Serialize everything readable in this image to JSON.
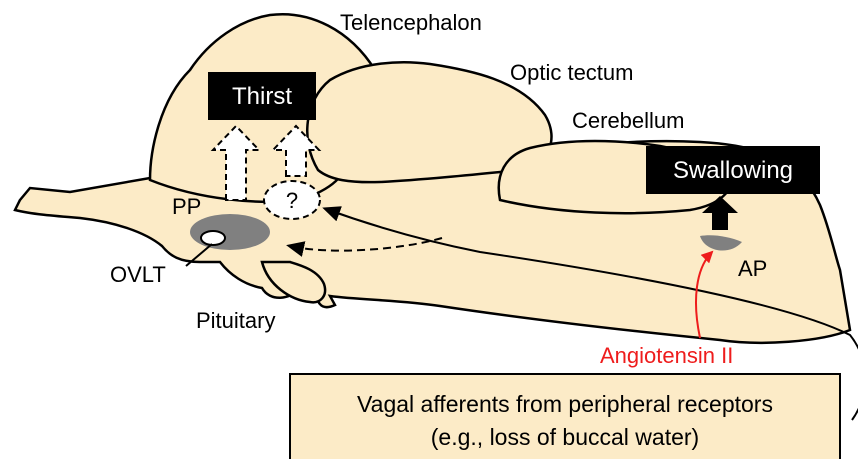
{
  "colors": {
    "brain_fill": "#fcebc7",
    "nucleus_fill": "#808080",
    "highlight": "#ee1c1c",
    "box_fill": "#000000",
    "box_text": "#ffffff"
  },
  "regions": {
    "telencephalon": "Telencephalon",
    "optic_tectum": "Optic tectum",
    "cerebellum": "Cerebellum",
    "pituitary": "Pituitary"
  },
  "nuclei": {
    "pp": "PP",
    "ovlt": "OVLT",
    "ap": "AP",
    "unknown": "?"
  },
  "outputs": {
    "thirst": "Thirst",
    "swallowing": "Swallowing"
  },
  "inputs": {
    "angiotensin": "Angiotensin II",
    "vagal_line1": "Vagal afferents from peripheral receptors",
    "vagal_line2": "(e.g., loss of buccal water)"
  }
}
